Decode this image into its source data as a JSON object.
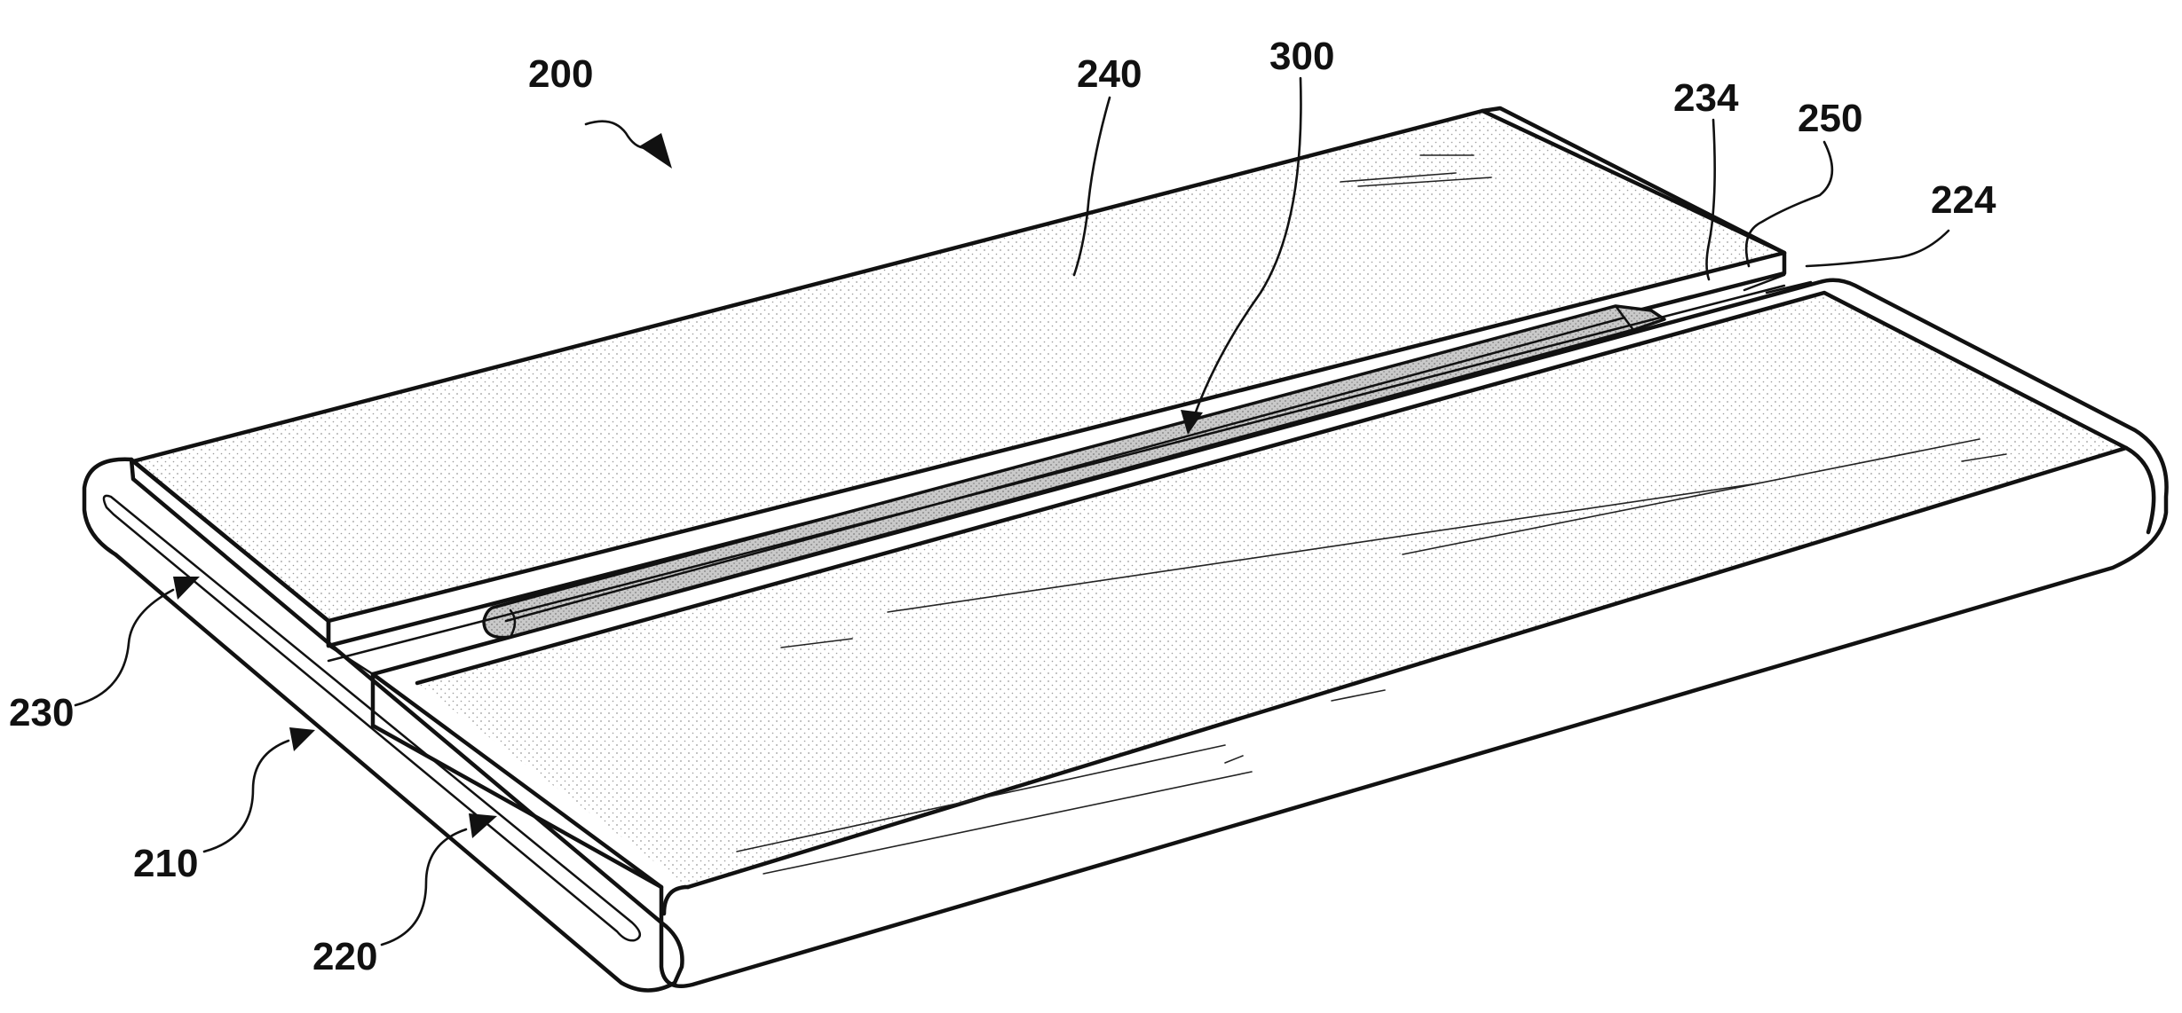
{
  "figure": {
    "labels": {
      "device": "200",
      "first_housing": "210",
      "second_housing": "220",
      "second_housing_edge": "224",
      "third_housing": "230",
      "third_housing_edge": "234",
      "display": "240",
      "gap": "250",
      "stylus": "300"
    },
    "colors": {
      "line": "#111111",
      "surface": "#ffffff",
      "stylus_fill": "#c9c9c9",
      "dots": "#9a9a9a"
    }
  }
}
